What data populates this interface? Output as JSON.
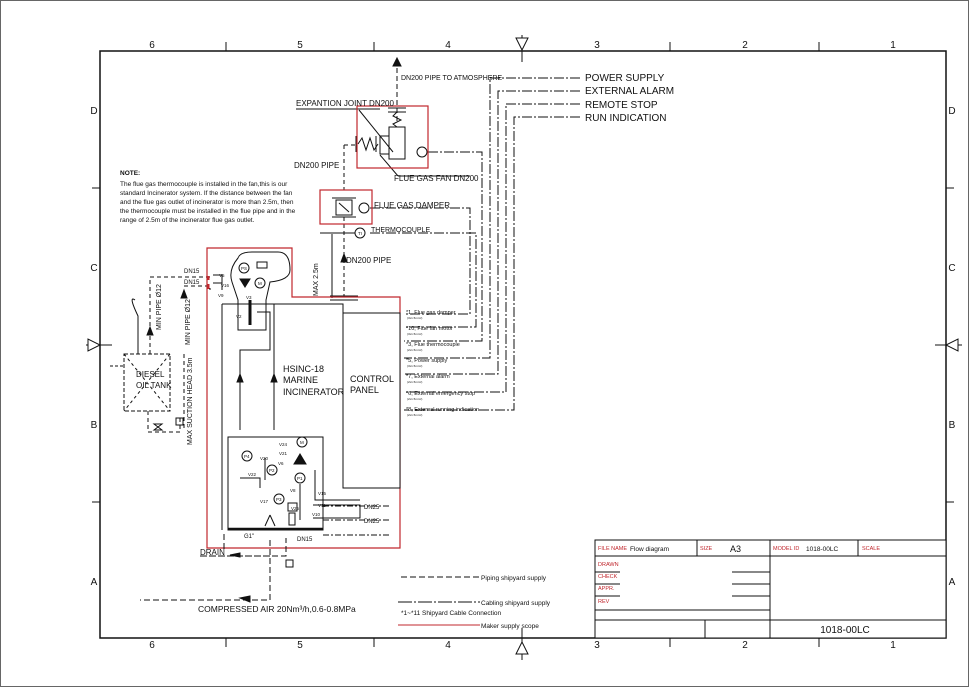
{
  "ruler": {
    "columns": [
      "6",
      "5",
      "4",
      "3",
      "2",
      "1"
    ],
    "rows": [
      "D",
      "C",
      "B",
      "A"
    ]
  },
  "signals": [
    "POWER SUPPLY",
    "EXTERNAL ALARM",
    "REMOTE STOP",
    "RUN INDICATION"
  ],
  "note": {
    "title": "NOTE:",
    "lines": [
      "The flue gas thermocouple is installed in the fan,this is our",
      "standard Incinerator system. If the distance between the fan",
      "and the flue gas outlet of incinerator is more than 2.5m, then",
      "the thermocouple must be installed in the flue pipe and in the",
      "range of 2.5m of the incinerator flue gas outlet."
    ]
  },
  "labels": {
    "pipe_atmosphere": "DN200 PIPE TO ATMOSPHERE",
    "expansion_joint": "EXPANTION JOINT DN200",
    "dn200_pipe_upper": "DN200  PIPE",
    "flue_gas_fan": "FLUE GAS FAN DN200",
    "flue_gas_damper": "FLUE GAS DAMPER",
    "thermocouple": "THERMOCOUPLE",
    "dn200_pipe_lower": "DN200  PIPE",
    "max_distance": "MAX  2.5m",
    "incinerator": [
      "HSINC-18",
      "MARINE",
      "INCINERATOR"
    ],
    "control_panel": [
      "CONTROL",
      "PANEL"
    ],
    "diesel_tank": [
      "DIESEL",
      "OIL TANK"
    ],
    "min_pipe_left": "MIN PIPE Ø12",
    "min_pipe_right": "MIN PIPE Ø12",
    "suction_head": "MAX SUCTION HEAD 3.5m",
    "dn15_a": "DN15",
    "dn15_b": "DN15",
    "dn25_a": "DN25",
    "dn25_b": "DN25",
    "dn15_c": "DN15",
    "g1": "G1\"",
    "drain": "DRAIN",
    "compressed_air": "COMPRESSED AIR 20Nm³/h,0.6-0.8MPa",
    "tags": [
      "PS",
      "M",
      "M",
      "TI",
      "V5",
      "V9",
      "V16",
      "V3",
      "V2",
      "V24",
      "V21",
      "V20",
      "P4",
      "V6",
      "V22",
      "P2",
      "V8",
      "V15",
      "P1",
      "V11",
      "V10",
      "V17",
      "P3",
      "V25"
    ]
  },
  "cables": [
    {
      "label": "*1, Flue  gas damper",
      "spec": "(3x1.5mm²)"
    },
    {
      "label": "*10, Flue  fan motor",
      "spec": "(3x1.5mm²)"
    },
    {
      "label": "*3, Flue  thermocouple",
      "spec": "(2x1.5mm²)"
    },
    {
      "label": "*5, Power  supply",
      "spec": "(3x1.5mm²)"
    },
    {
      "label": "*7, External  alarm",
      "spec": "(2x1.5mm²)"
    },
    {
      "label": "*6, External  emergency  stop",
      "spec": "(2x1.5mm²)"
    },
    {
      "label": "*8, External  running  indication",
      "spec": "(2x1.5mm²)"
    }
  ],
  "legend": {
    "piping": "Piping shipyard supply",
    "cabling": "Cabling shipyard supply",
    "cable_connection": "*1~*11  Shipyard  Cable  Connection",
    "maker": "Maker supply scope"
  },
  "title_block": {
    "file_name_label": "FILE NAME",
    "file_name": "Flow diagram",
    "size_label": "SIZE",
    "size": "A3",
    "model_id_label": "MODEL ID",
    "model_id": "1018-00LC",
    "scale_label": "SCALE",
    "drawn": "DRAWN",
    "check": "CHECK",
    "appr": "APPR.",
    "rev": "REV",
    "drawing_number": "1018-00LC"
  },
  "colors": {
    "maker_scope": "#c0272d",
    "line": "#111111"
  }
}
